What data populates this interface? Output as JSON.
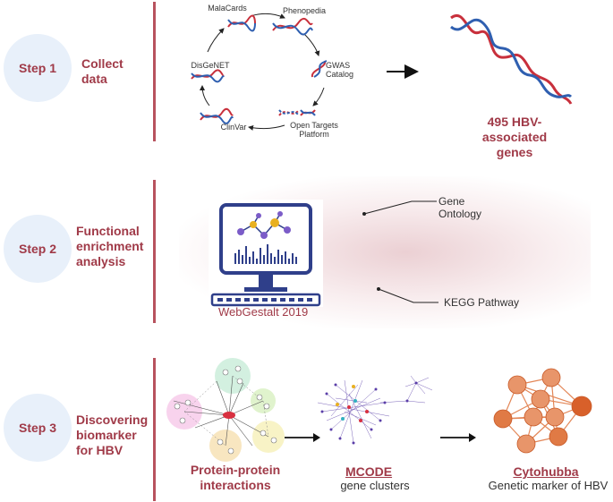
{
  "steps": [
    {
      "label": "Step 1",
      "title": "Collect\ndata"
    },
    {
      "label": "Step 2",
      "title": "Functional\nenrichment\nanalysis"
    },
    {
      "label": "Step 3",
      "title": "Discovering\nbiomarker\nfor HBV"
    }
  ],
  "step1": {
    "sources": [
      "MalaCards",
      "Phenopedia",
      "GWAS\nCatalog",
      "Open Targets\nPlatform",
      "ClinVar",
      "DisGeNET"
    ],
    "result": "495 HBV-\nassociated genes"
  },
  "step2": {
    "tool": "WebGestalt 2019",
    "outputs": [
      "Gene\nOntology",
      "KEGG Pathway"
    ]
  },
  "step3": {
    "ppi": "Protein-protein\ninteractions",
    "mcode_title": "MCODE",
    "mcode_sub": "gene clusters",
    "cyto_title": "Cytohubba",
    "cyto_sub": "Genetic marker of HBV"
  },
  "colors": {
    "accent": "#a03a48",
    "circle": "#e8f0fa",
    "hub": "#e07a45"
  }
}
